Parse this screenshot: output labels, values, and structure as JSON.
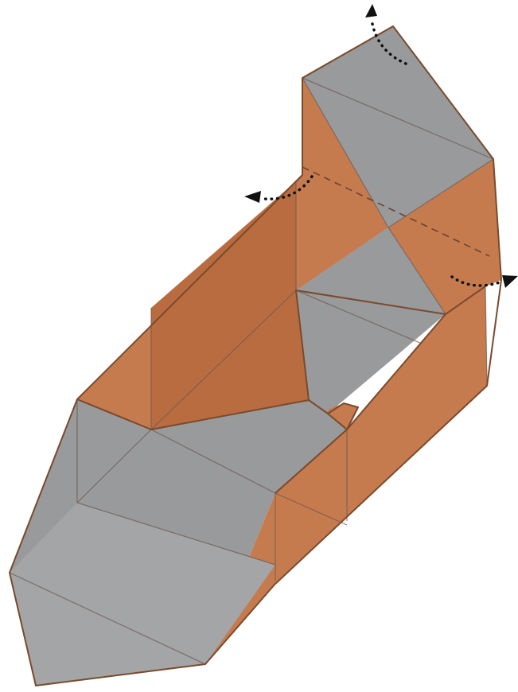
{
  "diagram": {
    "kind": "origami-folding-step",
    "colors": {
      "paper_back": "#C67B4F",
      "paper_back_dark": "#B96C40",
      "paper_front": "#989A9C",
      "paper_front_light": "#A3A5A7",
      "edge": "#7A4A2C",
      "crease": "#6E5A50",
      "fold_line": "#6B4430",
      "arrow": "#111111",
      "background": "#FFFFFF"
    },
    "fold_line_style": "dashed",
    "arrow_icons": [
      "fold-arrow-icon",
      "fold-arrow-icon",
      "fold-arrow-icon"
    ],
    "arrow_count": 3
  }
}
